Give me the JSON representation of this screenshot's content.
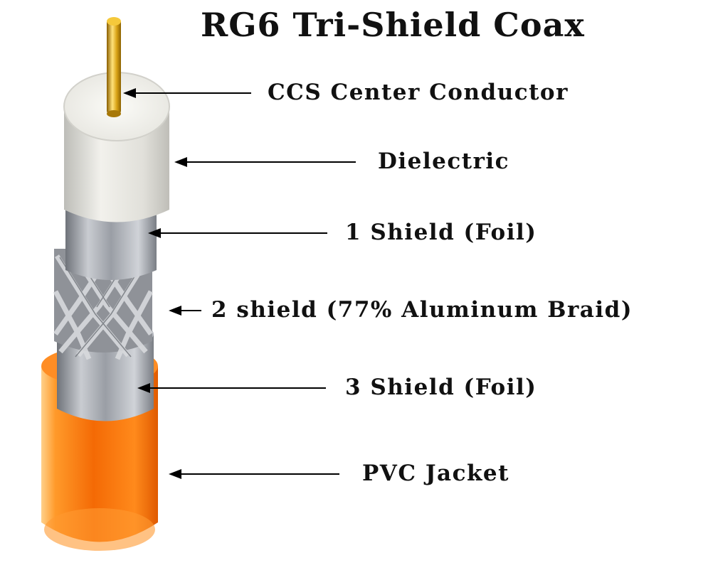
{
  "title": "RG6 Tri-Shield Coax",
  "layers": [
    {
      "label": "CCS Center Conductor",
      "icon": "arrow-left-icon"
    },
    {
      "label": "Dielectric",
      "icon": "arrow-left-icon"
    },
    {
      "label": "1 Shield (Foil)",
      "icon": "arrow-left-icon"
    },
    {
      "label": "2 shield (77% Aluminum Braid)",
      "icon": "arrow-left-icon"
    },
    {
      "label": "3 Shield (Foil)",
      "icon": "arrow-left-icon"
    },
    {
      "label": "PVC Jacket",
      "icon": "arrow-left-icon"
    }
  ],
  "colors": {
    "conductor": "#d4a11a",
    "dielectric": "#ecebe6",
    "foil": "#a7aab0",
    "braid": "#8d9096",
    "jacket": "#f26f0a",
    "text": "#111111"
  }
}
